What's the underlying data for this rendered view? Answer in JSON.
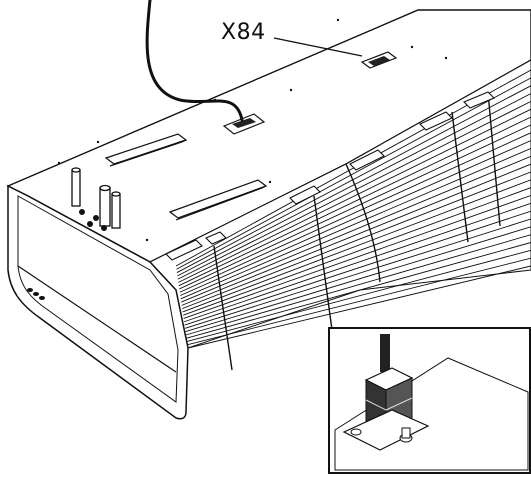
{
  "callout": {
    "label": "X84"
  },
  "colors": {
    "line": "#111111",
    "fill": "#ffffff",
    "shade": "#2a2a2a",
    "light": "#e8e8e8"
  },
  "icons": [
    "cable",
    "connector-plate",
    "fan-grille",
    "inset-detail"
  ]
}
